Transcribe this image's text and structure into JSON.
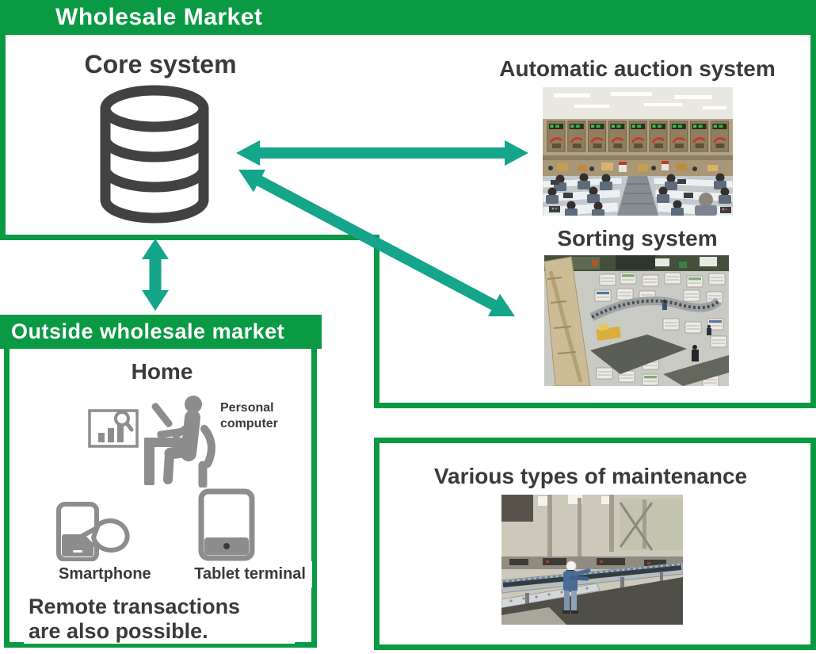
{
  "palette": {
    "box_green": "#0a9a44",
    "arrow_teal": "#14a58a",
    "text_dark": "#3a3a3a",
    "icon_gray": "#8d8d8d",
    "db_icon_gray": "#424242"
  },
  "wholesale_market": {
    "title": "Wholesale Market",
    "core_system_label": "Core system",
    "auction_label": "Automatic auction system",
    "sorting_label": "Sorting system"
  },
  "outside_market": {
    "title": "Outside wholesale market",
    "home_label": "Home",
    "personal_computer_label": "Personal computer",
    "smartphone_label": "Smartphone",
    "tablet_label": "Tablet terminal",
    "remote_note_line1": "Remote transactions",
    "remote_note_line2": "are also possible."
  },
  "maintenance": {
    "title": "Various types of maintenance"
  }
}
